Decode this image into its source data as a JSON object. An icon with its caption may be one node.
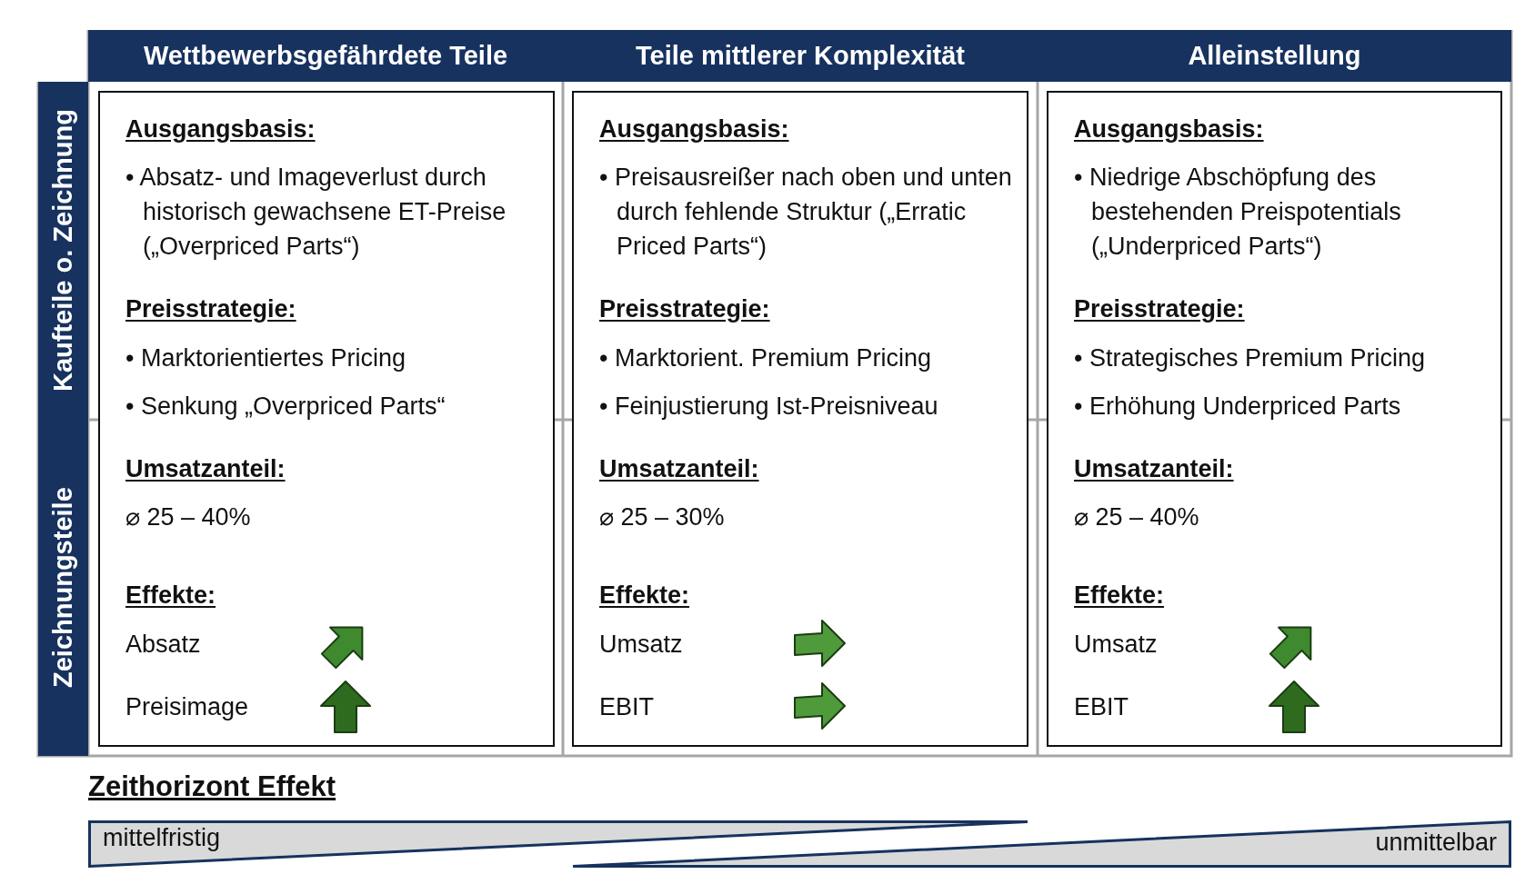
{
  "diagram": {
    "nodes": [
      {
        "text": [
          "Wettbewerbsgefährdete Teile"
        ]
      },
      {
        "text": [
          "Teile mittlerer Komplexität"
        ]
      },
      {
        "text": [
          "Alleinstellung"
        ]
      },
      {
        "text": [
          "Kaufteile o. Zeichnung"
        ]
      },
      {
        "text": [
          "Zeichnungsteile"
        ]
      },
      {
        "text": [
          "Ausgangsbasis:",
          "• Absatz- und Imageverlust durch historisch gewachsene ET-Preise („Overpriced Parts“)",
          "Preisstrategie:",
          "• Marktorientiertes Pricing",
          "• Senkung „Overpriced Parts“",
          "Umsatzanteil:",
          "⌀ 25 – 40%",
          "Effekte:",
          "Absatz",
          "Preisimage"
        ]
      },
      {
        "text": [
          "Ausgangsbasis:",
          "• Preisausreißer nach oben und unten durch fehlende Struktur („Erratic Priced Parts“)",
          "Preisstrategie:",
          "• Marktorient. Premium Pricing",
          "• Feinjustierung Ist-Preisniveau",
          "Umsatzanteil:",
          "⌀ 25 – 30%",
          "Effekte:",
          "Umsatz",
          "EBIT"
        ]
      },
      {
        "text": [
          "Ausgangsbasis:",
          "• Niedrige Abschöpfung des bestehenden Preispotentials („Underpriced Parts“)",
          "Preisstrategie:",
          "• Strategisches Premium Pricing",
          "• Erhöhung Underpriced Parts",
          "Umsatzanteil:",
          "⌀ 25 – 40%",
          "Effekte:",
          "Umsatz",
          "EBIT"
        ]
      },
      {
        "text": [
          "mittelfristig"
        ]
      },
      {
        "text": [
          "unmittelbar"
        ]
      }
    ],
    "edges": [],
    "labels": [
      "Zeithorizont Effekt"
    ]
  }
}
